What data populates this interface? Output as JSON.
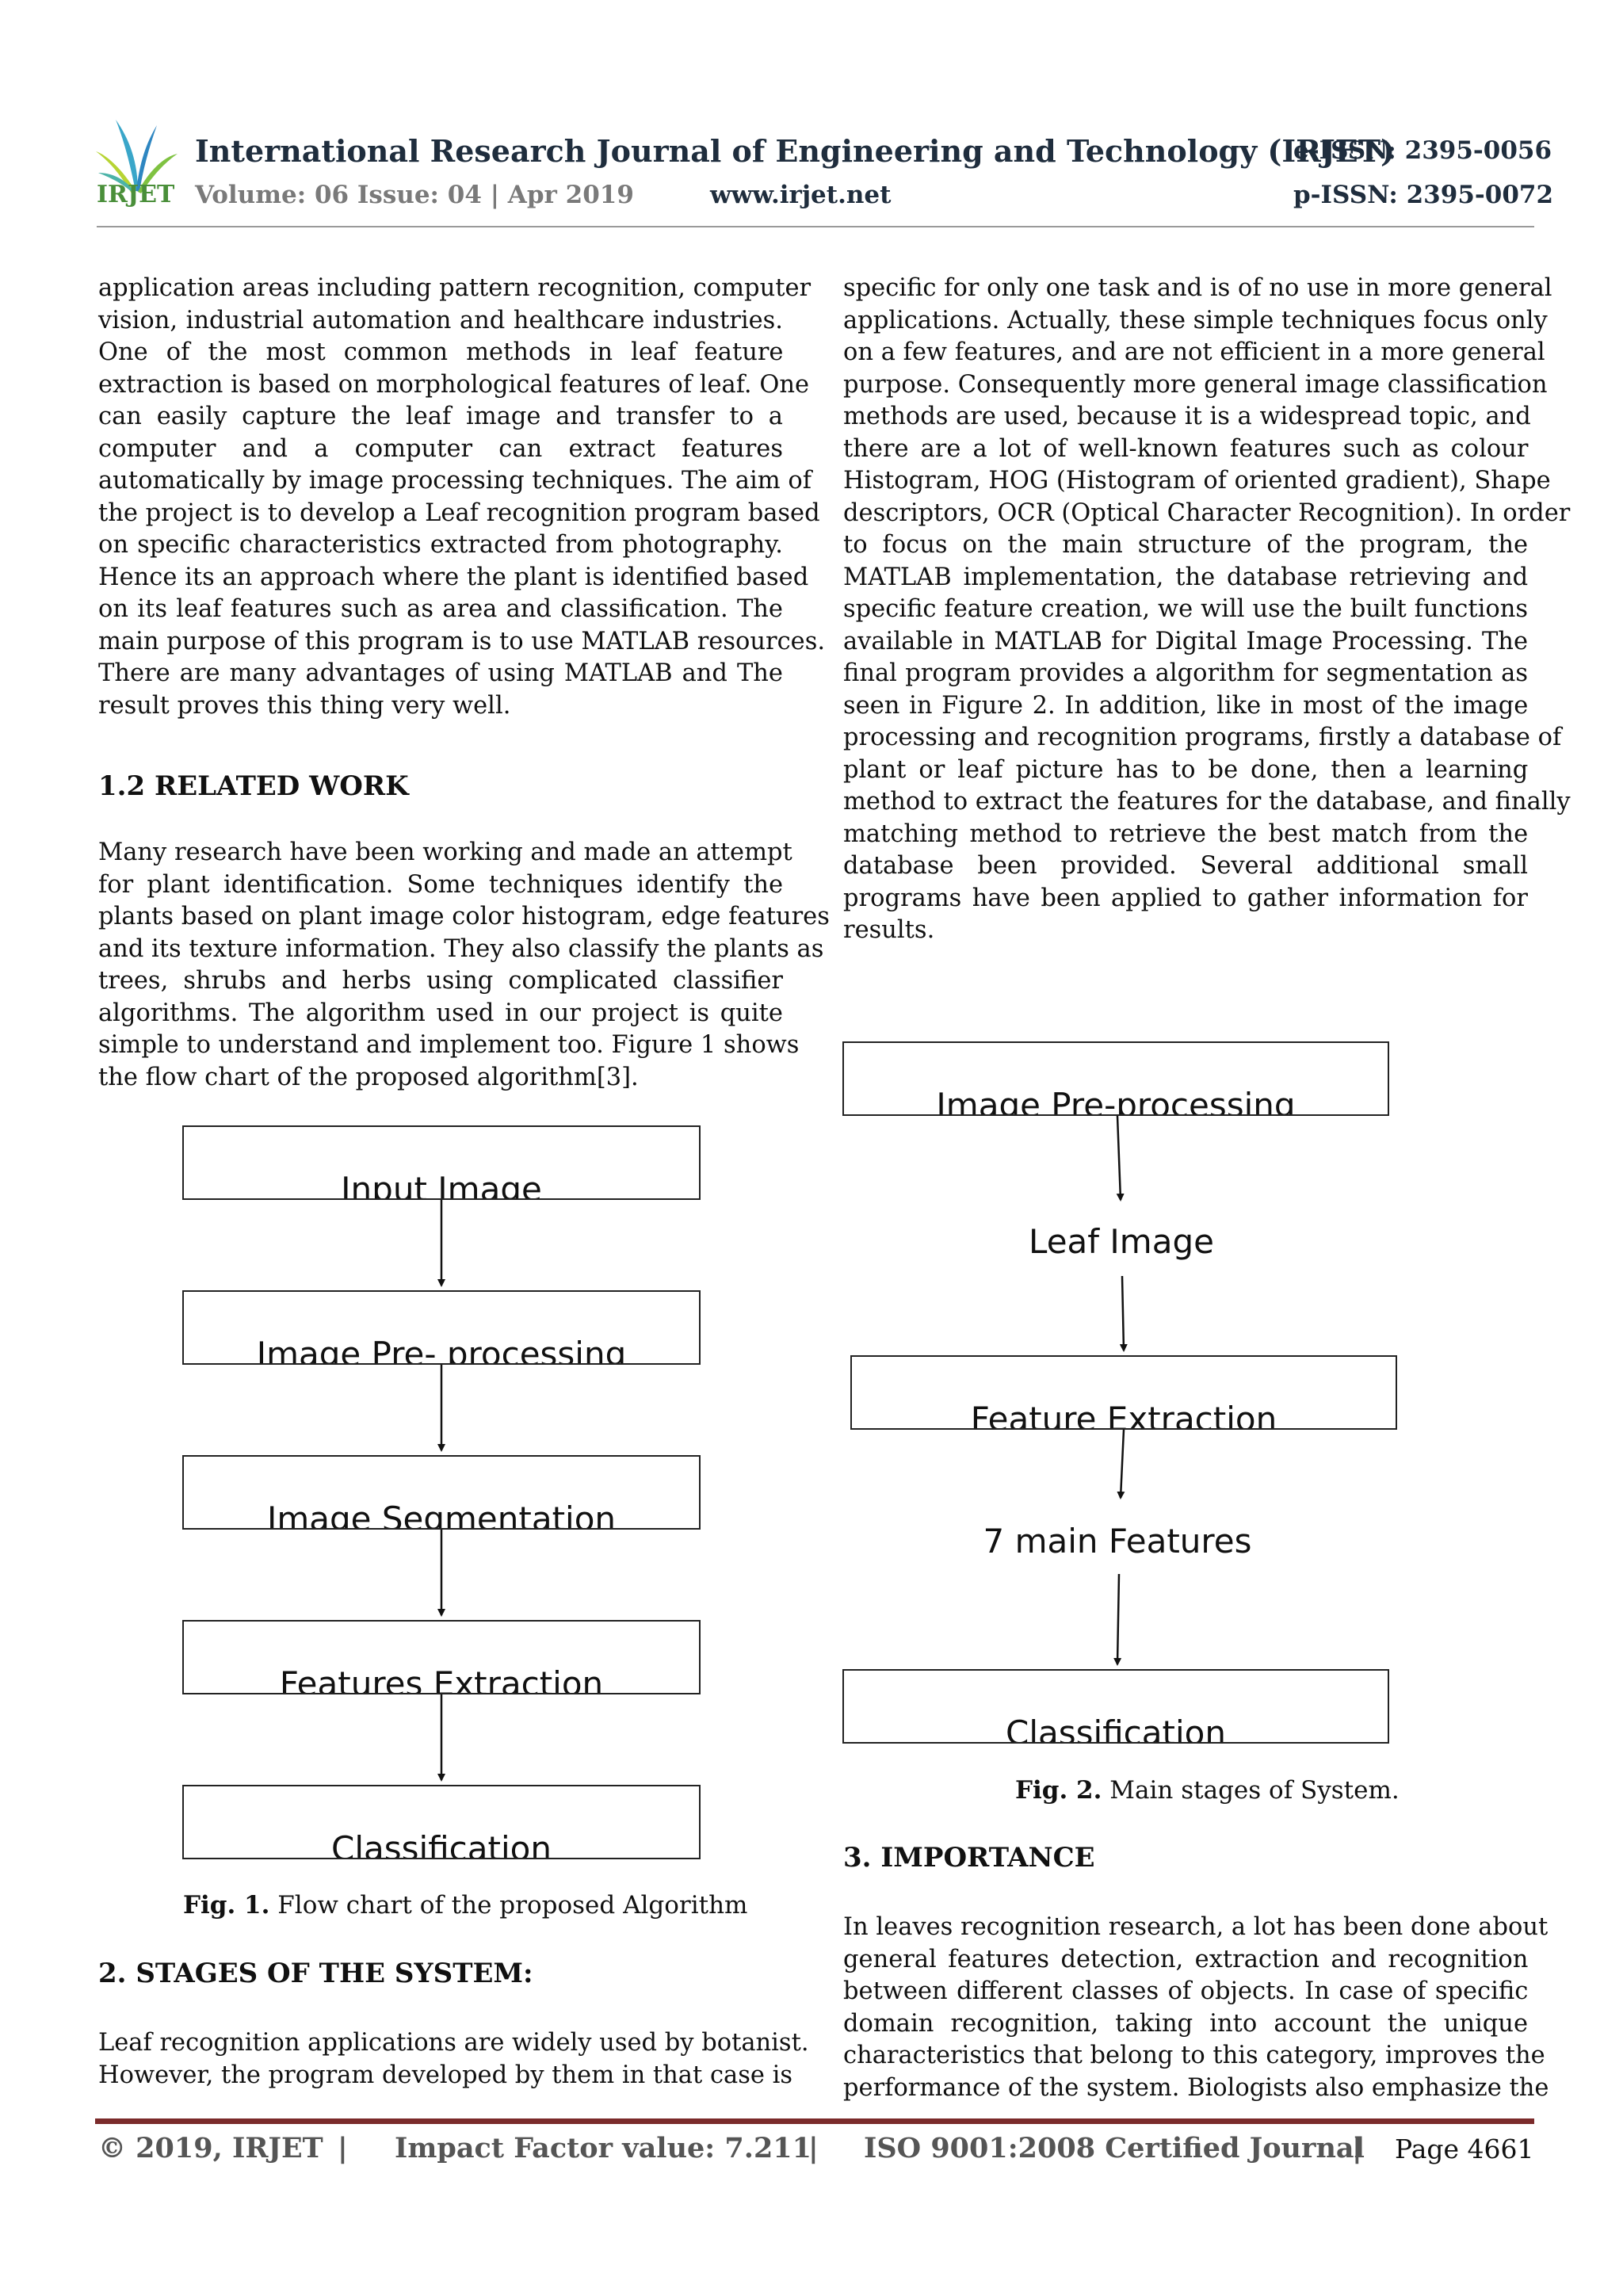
{
  "header": {
    "logo_text": "IRJET",
    "journal_title": "International Research Journal of Engineering and Technology (IRJET)",
    "eissn": "e-ISSN: 2395-0056",
    "volume": "Volume: 06 Issue: 04 | Apr 2019",
    "url": "www.irjet.net",
    "pissn": "p-ISSN: 2395-0072"
  },
  "left": {
    "para1_lines": [
      "application areas including pattern recognition, computer",
      "vision, industrial automation and healthcare industries.",
      "One of the most common methods in leaf feature",
      "extraction is based on morphological features of leaf. One",
      "can easily capture the leaf image and transfer  to a",
      "computer and a computer can extract features",
      "automatically by image processing techniques. The aim of",
      "the project is to develop a Leaf recognition program based",
      "on specific characteristics extracted from photography.",
      "Hence its an approach where the plant is identified based",
      "on its leaf features such as area and classification. The",
      "main purpose of this program is to use MATLAB resources.",
      "There are many advantages of using MATLAB and  The",
      "result proves this thing very well."
    ],
    "heading_related": "1.2 RELATED WORK",
    "para2_lines": [
      "Many research have been working and made an attempt",
      "for plant identification. Some techniques identify the",
      "plants based on plant image color histogram, edge features",
      "and its texture information. They also classify the plants as",
      "trees, shrubs and herbs using complicated classifier",
      "algorithms. The algorithm used in our project is quite",
      "simple to understand and implement too. Figure 1 shows",
      "the flow chart of the proposed algorithm[3]."
    ],
    "fig1_boxes": [
      "Input Image",
      "Image Pre- processing",
      "Image Segmentation",
      "Features Extraction",
      "Classification"
    ],
    "fig1_caption_bold": "Fig. 1.",
    "fig1_caption_text": " Flow chart of the proposed Algorithm",
    "heading_stages": "2. STAGES OF THE SYSTEM:",
    "para3_lines": [
      "Leaf recognition applications are widely used by botanist.",
      "However, the program developed by them in that case is"
    ]
  },
  "right": {
    "para1_lines": [
      "specific for only one task and is of no use in more general",
      "applications. Actually, these simple techniques focus only",
      "on a few features, and are not efficient in a more general",
      "purpose. Consequently more general image classification",
      "methods are used, because it is a widespread topic, and",
      "there are a lot of well-known features such as colour",
      "Histogram, HOG (Histogram of oriented gradient), Shape",
      "descriptors, OCR (Optical Character Recognition). In order",
      "to focus on the main structure of the program, the",
      "MATLAB implementation, the database retrieving and",
      "specific feature creation, we will use the built functions",
      "available in MATLAB for Digital Image Processing. The",
      "final program provides a algorithm for segmentation as",
      "seen in Figure 2. In addition, like in most of the image",
      "processing and recognition programs, firstly a database of",
      "plant or leaf picture has to be done, then a learning",
      "method to extract the features for the database, and finally",
      "matching method to retrieve the best match from the",
      "database been provided. Several additional small",
      "programs have been applied to gather information for",
      "results."
    ],
    "fig2_items": [
      "Image Pre-processing",
      "Leaf Image",
      "Feature Extraction",
      "7 main Features",
      "Classification"
    ],
    "fig2_caption_bold": "Fig. 2.",
    "fig2_caption_text": " Main stages of System.",
    "heading_importance": "3. IMPORTANCE",
    "para2_lines": [
      "In leaves recognition research, a lot has been done about",
      "general features detection, extraction and recognition",
      "between different classes of objects. In case of specific",
      "domain recognition, taking into account the unique",
      "characteristics that belong to this category, improves the",
      "performance of the system. Biologists also emphasize the"
    ]
  },
  "footer": {
    "copyright": "© 2019, IRJET",
    "sep": "|",
    "impact": "Impact Factor value: 7.211",
    "iso": "ISO 9001:2008 Certified Journal",
    "page": "Page 4661"
  },
  "colors": {
    "footer_rule": "#7b2b2b",
    "header_text": "#1f2d3d",
    "logo_green": "#4a8f3a"
  }
}
